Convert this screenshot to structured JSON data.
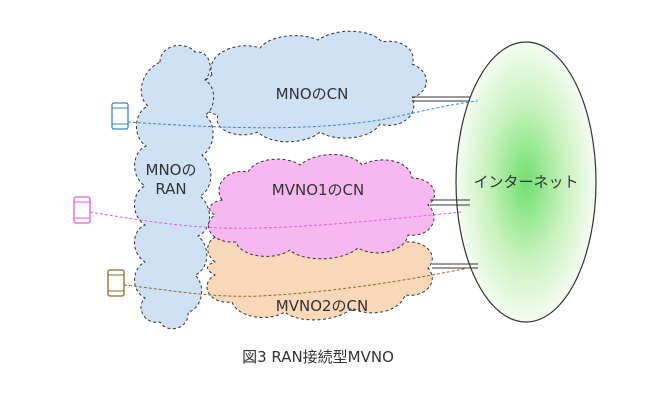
{
  "diagram": {
    "labels": {
      "mno_cn": "MNOのCN",
      "mno_ran": "MNOの\nRAN",
      "mvno1_cn": "MVNO1のCN",
      "mvno2_cn": "MVNO2のCN",
      "internet": "インターネット"
    },
    "caption": "図3  RAN接続型MVNO",
    "colors": {
      "mno": "#cfe2f5",
      "mvno1": "#f6b8ef",
      "mvno2": "#f8d8b8",
      "internet_center": "#7ee07e",
      "internet_edge": "#f4fbf0",
      "phone1": "#3a86c8",
      "phone2": "#e45fd6",
      "phone3": "#8a6a2a"
    },
    "devices": [
      {
        "name": "phone-blue",
        "color": "#3a86c8"
      },
      {
        "name": "phone-pink",
        "color": "#e45fd6"
      },
      {
        "name": "phone-brown",
        "color": "#8a6a2a"
      }
    ]
  }
}
